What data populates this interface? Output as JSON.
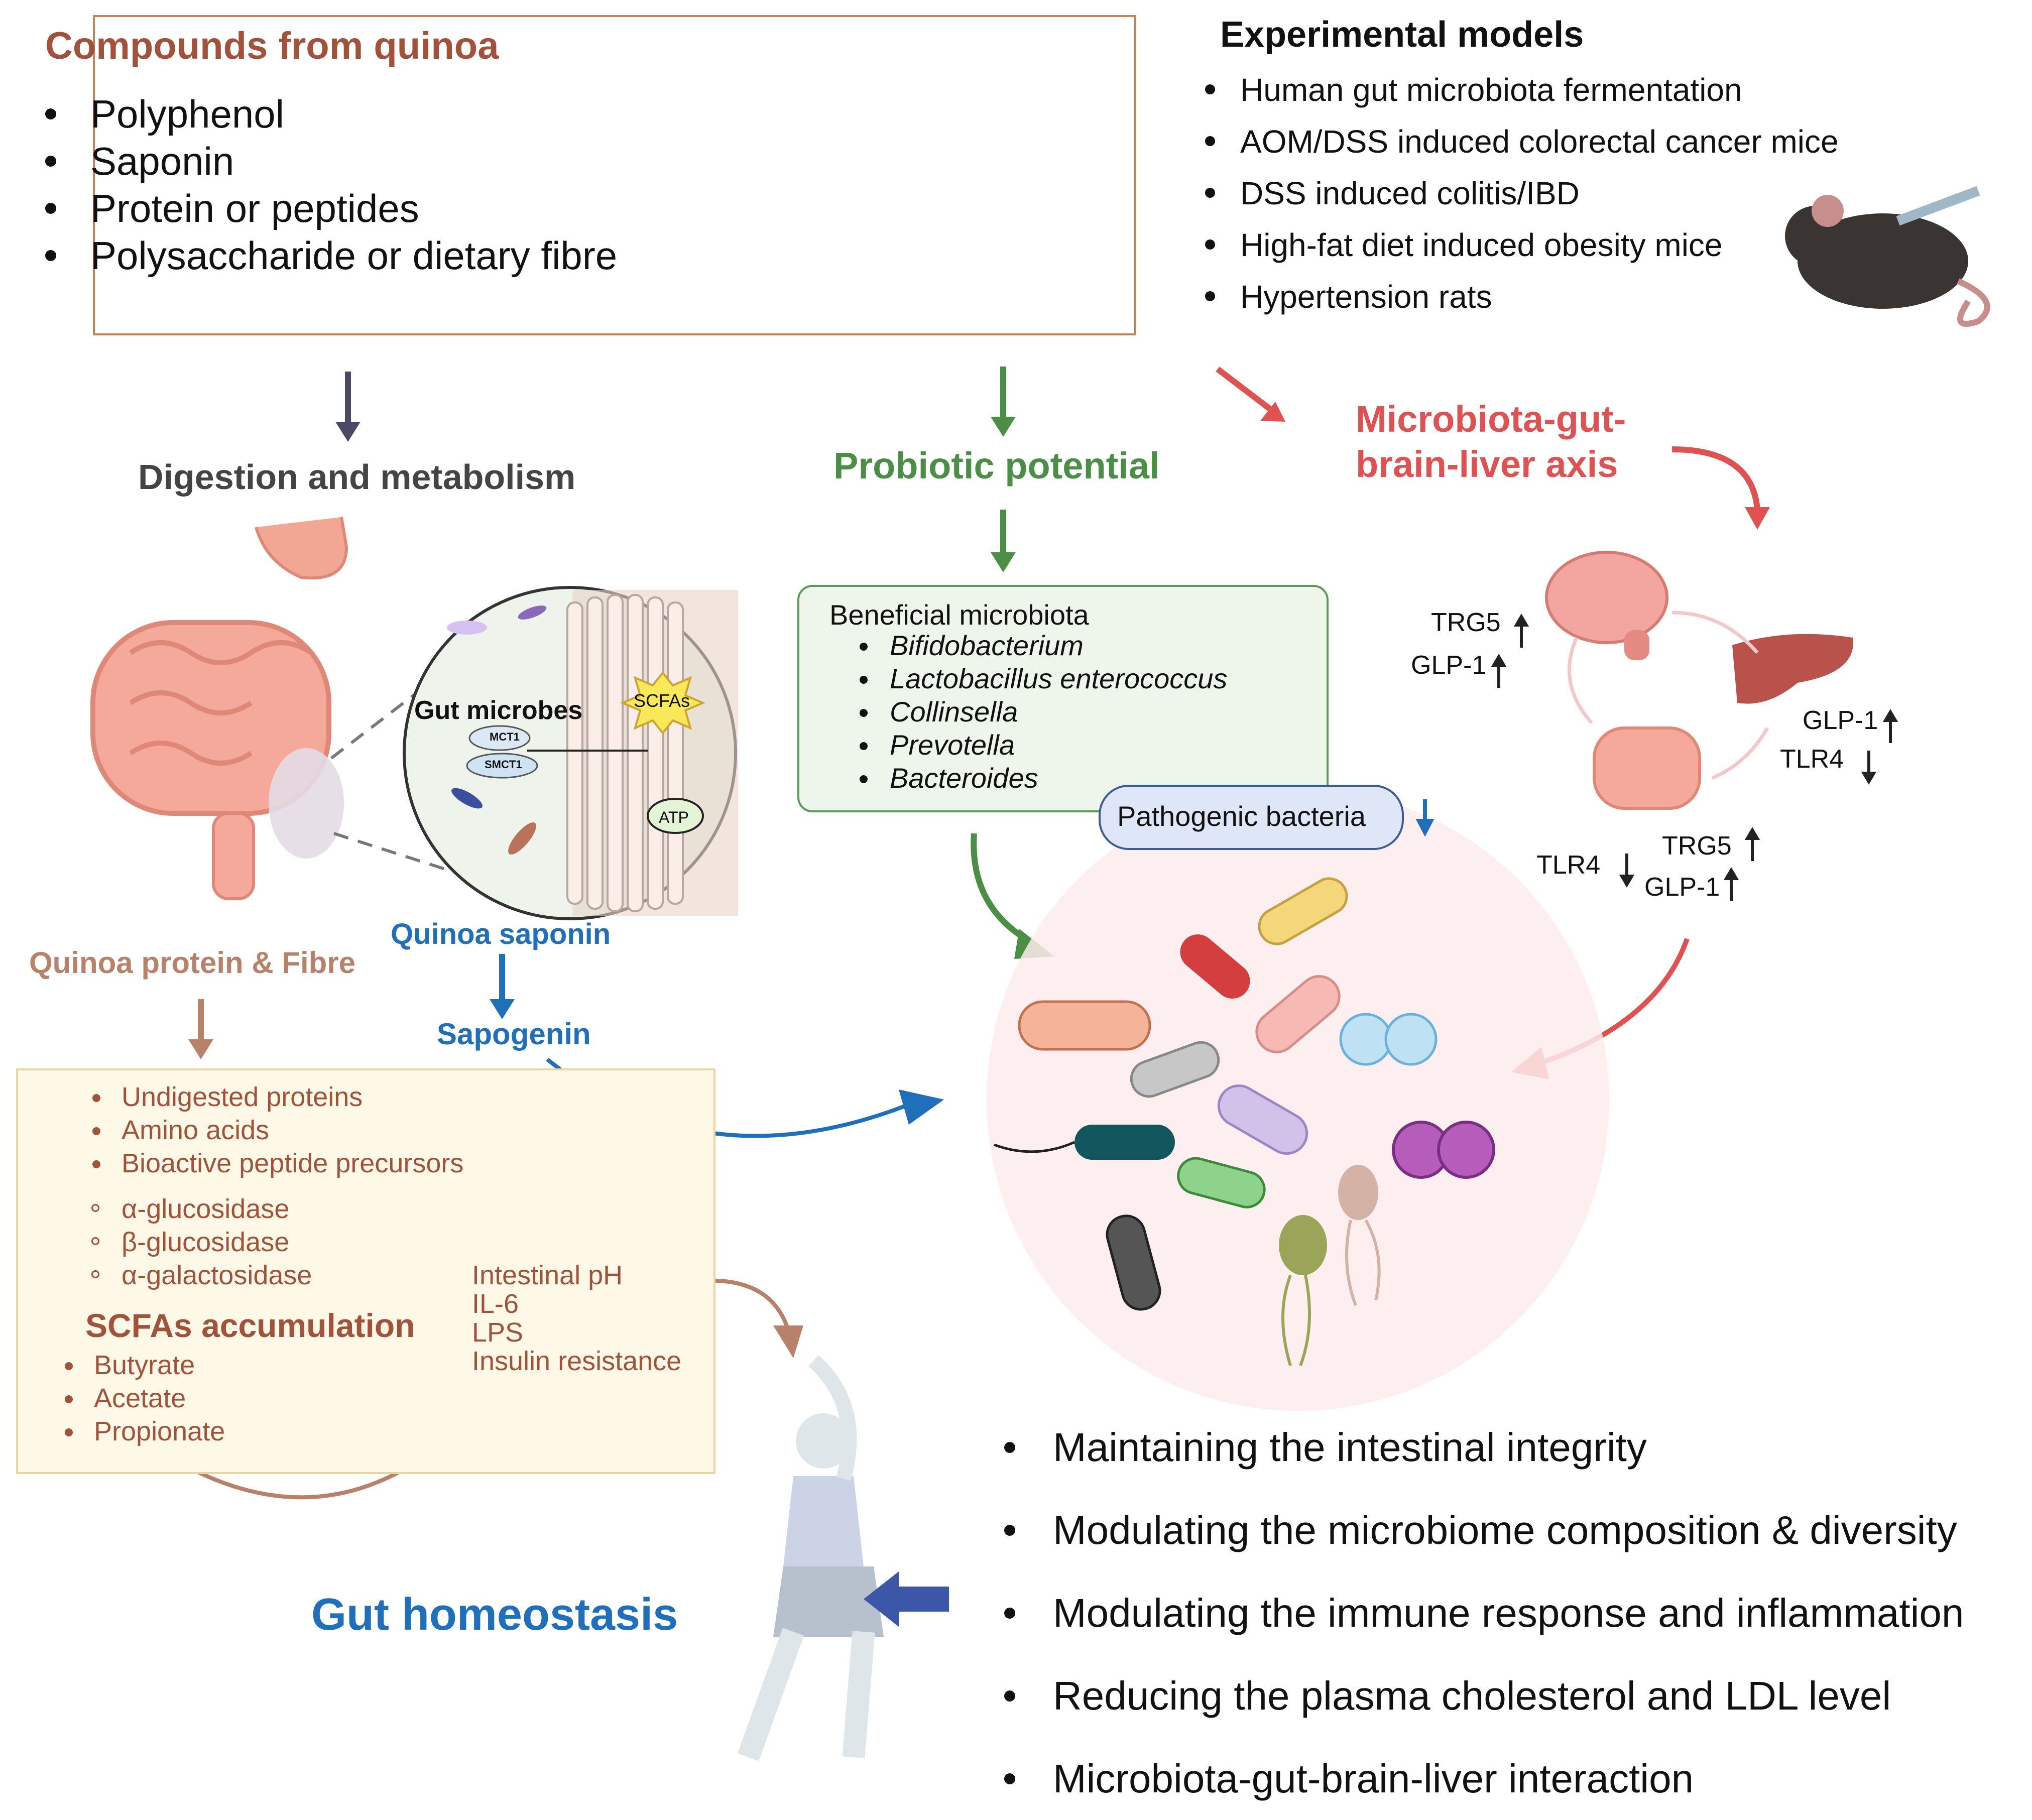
{
  "compounds": {
    "title": "Compounds from quinoa",
    "items": [
      "Polyphenol",
      "Saponin",
      "Protein or peptides",
      "Polysaccharide or dietary fibre"
    ]
  },
  "models": {
    "title": "Experimental models",
    "items": [
      "Human gut microbiota fermentation",
      "AOM/DSS induced colorectal cancer mice",
      "DSS induced colitis/IBD",
      "High-fat diet induced obesity mice",
      "Hypertension rats"
    ]
  },
  "sections": {
    "digestion": "Digestion and metabolism",
    "probiotic": "Probiotic potential",
    "axis_line1": "Microbiota-gut-",
    "axis_line2": "brain-liver axis"
  },
  "probiotic_box": {
    "title": "Beneficial microbiota",
    "items": [
      "Bifidobacterium",
      "Lactobacillus enterococcus",
      "Collinsella",
      "Prevotella",
      "Bacteroides"
    ],
    "pathogenic": "Pathogenic bacteria"
  },
  "circle": {
    "gut_microbes": "Gut microbes",
    "scfas": "SCFAs",
    "mct1": "MCT1",
    "smct1": "SMCT1",
    "atp": "ATP"
  },
  "saponin": {
    "label": "Quinoa saponin",
    "sapogenin": "Sapogenin"
  },
  "protein_fibre": {
    "label": "Quinoa protein & Fibre",
    "list1": [
      "Undigested proteins",
      "Amino acids",
      "Bioactive peptide precursors"
    ],
    "list2": [
      "α-glucosidase",
      "β-glucosidase",
      "α-galactosidase"
    ],
    "scfa_title": "SCFAs accumulation",
    "scfa_items": [
      "Butyrate",
      "Acetate",
      "Propionate"
    ],
    "down_items": [
      "Intestinal pH",
      "IL-6",
      "LPS",
      "Insulin resistance"
    ]
  },
  "axis_labels": {
    "brain_trg5": "TRG5",
    "brain_glp1": "GLP-1",
    "liver_glp1": "GLP-1",
    "liver_tlr4": "TLR4",
    "gut_tlr4": "TLR4",
    "gut_trg5": "TRG5",
    "gut_glp1": "GLP-1"
  },
  "outcome": {
    "title": "Gut homeostasis",
    "items": [
      "Maintaining the intestinal integrity",
      "Modulating the microbiome composition & diversity",
      "Modulating the immune response and inflammation",
      "Reducing the plasma cholesterol and LDL level",
      "Microbiota-gut-brain-liver interaction"
    ]
  },
  "colors": {
    "brown": "#a2523a",
    "green": "#4a8f45",
    "red": "#e05252",
    "blue": "#1f6fba",
    "purple": "#7a3a9a"
  }
}
